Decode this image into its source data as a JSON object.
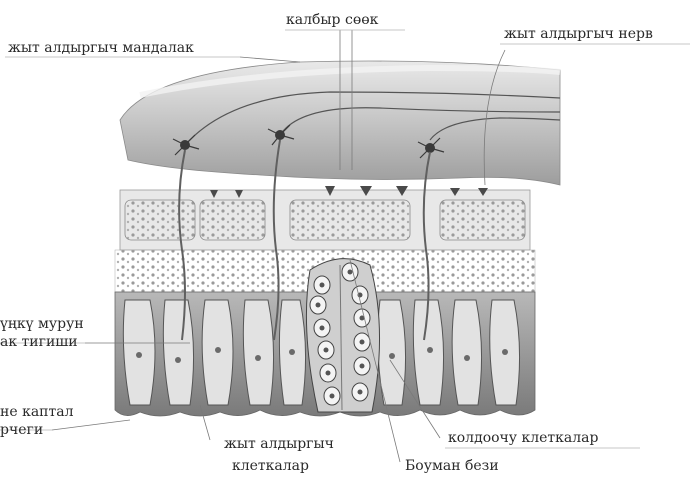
{
  "labels": {
    "olfactory_bulb": "жыт алдыргыч мандалак",
    "cribriform_plate": "калбыр сөөк",
    "olfactory_nerve": "жыт алдыргыч нерв",
    "nasal_mucosa_line1": "үңкү мурун",
    "nasal_mucosa_line2": "ак тигиши",
    "lateral_line1": "не каптал",
    "lateral_line2": "рчеги",
    "olfactory_cells_line1": "жыт алдыргыч",
    "olfactory_cells_line2": "клеткалар",
    "supporting_cells": "колдоочу клеткалар",
    "bowman_gland": "Боуман бези"
  },
  "colors": {
    "bulb": "#c9c9c9",
    "bone": "#e6e6e6",
    "tissue": "#bdbdbd",
    "ink": "#2a2a2a"
  }
}
